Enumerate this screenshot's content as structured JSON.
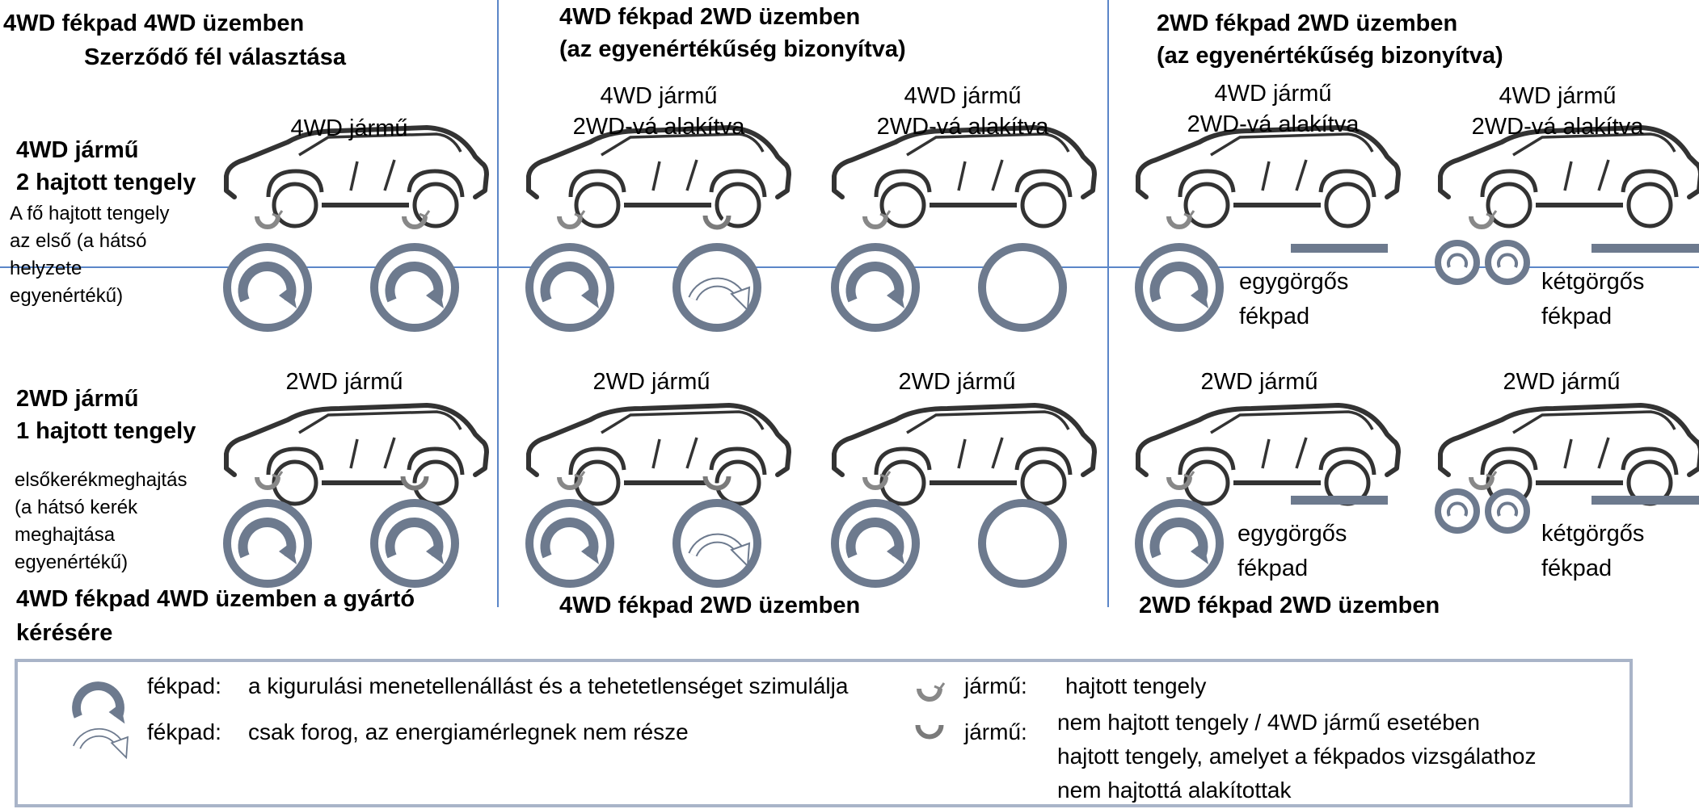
{
  "colors": {
    "car_stroke": "#333333",
    "roller": "#6d7a8e",
    "grid_line": "#5b86c8",
    "legend_border": "#a9b4c8"
  },
  "top_left": {
    "title_line1": "4WD fékpad 4WD üzemben",
    "title_line2": "Szerződő fél választása"
  },
  "top_middle": {
    "title_line1": "4WD fékpad 2WD üzemben",
    "title_line2": "(az egyenértékűség bizonyítva)"
  },
  "top_right": {
    "title_line1": "2WD fékpad 2WD üzemben",
    "title_line2": "(az egyenértékűség bizonyítva)"
  },
  "row1_side": {
    "title_line1": "4WD  jármű",
    "title_line2": "2 hajtott tengely",
    "note_lines": [
      "A fő hajtott tengely",
      "az első (a hátsó",
      "helyzete",
      "egyenértékű)"
    ]
  },
  "row2_side": {
    "title_line1": "2WD jármű",
    "title_line2": "1 hajtott tengely",
    "note_lines": [
      "elsőkerékmeghajtás",
      "(a hátsó kerék",
      "meghajtása",
      "egyenértékű)"
    ]
  },
  "car_labels": {
    "r1c1": "4WD jármű",
    "r1c2_l1": "4WD jármű",
    "r1c2_l2": "2WD-vá alakítva",
    "r1c3_l1": "4WD jármű",
    "r1c3_l2": "2WD-vá alakítva",
    "r1c4_l1": "4WD jármű",
    "r1c4_l2": "2WD-vá alakítva",
    "r1c5_l1": "4WD jármű",
    "r1c5_l2": "2WD-vá alakítva",
    "r2c1": "2WD jármű",
    "r2c2": "2WD jármű",
    "r2c3": "2WD jármű",
    "r2c4": "2WD jármű",
    "r2c5": "2WD jármű"
  },
  "roller_labels": {
    "single_l1": "egygörgős",
    "single_l2": "fékpad",
    "double_l1": "kétgörgős",
    "double_l2": "fékpad"
  },
  "bottom_titles": {
    "left_l1": "4WD fékpad 4WD üzemben a gyártó",
    "left_l2": "kérésére",
    "middle": "4WD fékpad 2WD üzemben",
    "right": "2WD fékpad 2WD üzemben"
  },
  "legend": {
    "item1_label": "fékpad:",
    "item1_text": "a kigurulási menetellenállást és a tehetetlenséget szimulálja",
    "item2_label": "fékpad:",
    "item2_text": "csak forog, az energiamérlegnek nem része",
    "item3_label": "jármű:",
    "item3_text": "hajtott tengely",
    "item4_label": "jármű:",
    "item4_lines": [
      "nem hajtott tengely / 4WD jármű esetében",
      "hajtott tengely, amelyet a fékpados vizsgálathoz",
      "nem hajtottá alakítottak"
    ]
  },
  "icons": [
    "drive-arrow-icon",
    "free-arrow-icon",
    "driven-axle-icon",
    "non-driven-axle-icon",
    "car-icon"
  ]
}
